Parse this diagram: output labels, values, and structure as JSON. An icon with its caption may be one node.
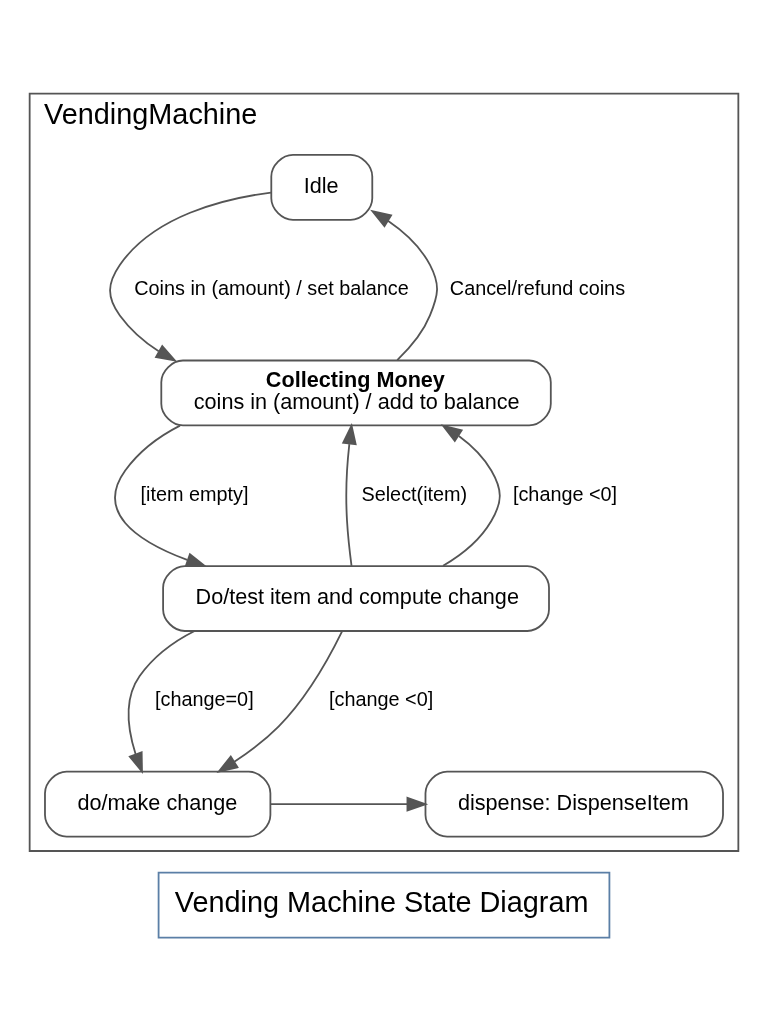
{
  "diagram": {
    "caption": "Vending Machine State Diagram",
    "nodes": [
      {
        "text": [
          "VendingMachine"
        ]
      },
      {
        "text": [
          "Idle"
        ],
        "in": 0
      },
      {
        "text": [
          "Collecting Money",
          "coins in (amount) / add to balance"
        ],
        "in": 0
      },
      {
        "text": [
          "Do/test item and compute change"
        ],
        "in": 0
      },
      {
        "text": [
          "do/make change"
        ],
        "in": 0
      },
      {
        "text": [
          "dispense: DispenseItem"
        ],
        "in": 0
      }
    ],
    "edges": [
      {
        "from": 1,
        "to": 2,
        "arrow": "to",
        "label": "Coins in (amount) / set balance"
      },
      {
        "from": 2,
        "to": 1,
        "arrow": "to",
        "label": "Cancel/refund coins"
      },
      {
        "from": 2,
        "to": 3,
        "arrow": "to",
        "label": "[item empty]"
      },
      {
        "from": 3,
        "to": 2,
        "arrow": "to",
        "label": "Select(item)"
      },
      {
        "from": 3,
        "to": 2,
        "arrow": "to",
        "label": "[change <0]"
      },
      {
        "from": 3,
        "to": 4,
        "arrow": "to",
        "label": "[change=0]"
      },
      {
        "from": 3,
        "to": 4,
        "arrow": "to",
        "label": "[change <0]"
      },
      {
        "from": 4,
        "to": 5,
        "arrow": "to"
      }
    ]
  }
}
